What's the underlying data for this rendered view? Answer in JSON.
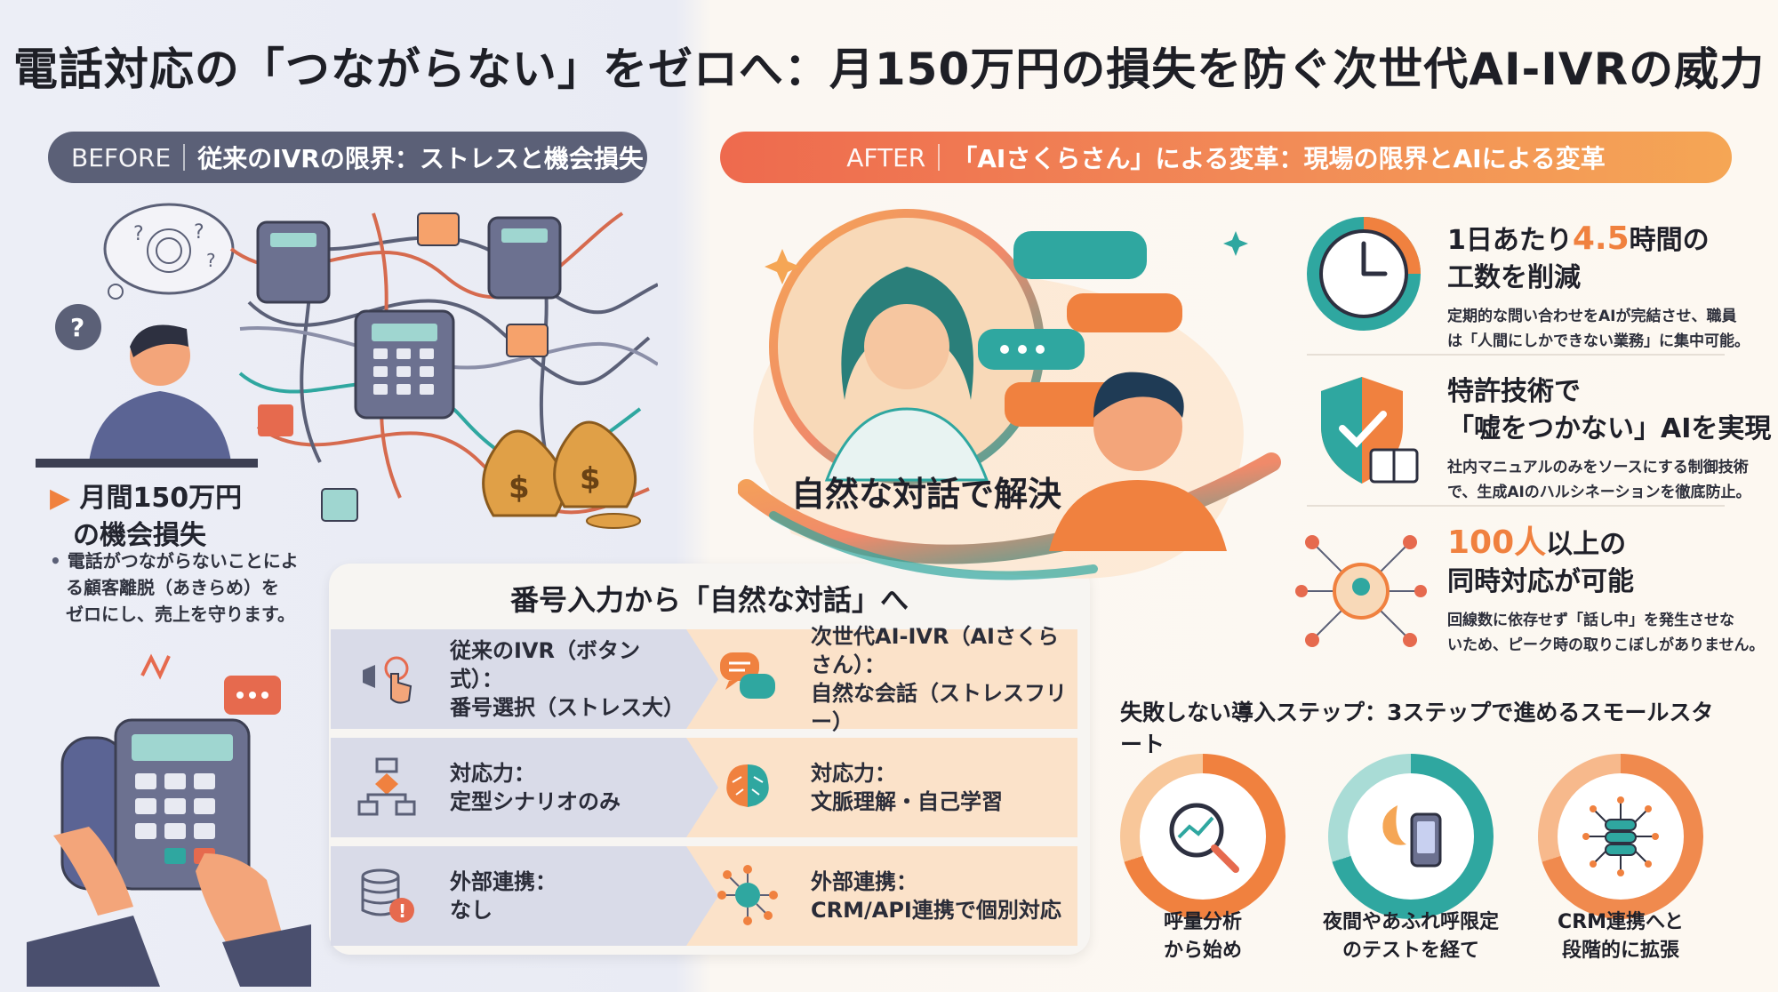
{
  "title": "電話対応の「つながらない」をゼロへ：月150万円の損失を防ぐ次世代AI-IVRの威力",
  "before": {
    "tag": "BEFORE",
    "label": "従来のIVRの限界：ストレスと機会損失",
    "loss_line1": "月間150万円",
    "loss_line2": "の機会損失",
    "desc_line1": "電話がつながらないことによ",
    "desc_line2": "る顧客離脱（あきらめ）を",
    "desc_line3": "ゼロにし、売上を守ります。"
  },
  "after": {
    "tag": "AFTER",
    "label": "「AIさくらさん」による変革：現場の限界とAIによる変革",
    "bubble_label": "自然な対話で解決"
  },
  "compare": {
    "title": "番号入力から「自然な対話」へ",
    "rows": [
      {
        "left1": "従来のIVR（ボタン式）：",
        "left2": "番号選択（ストレス大）",
        "right1": "次世代AI-IVR（AIさくらさん）：",
        "right2": "自然な会話（ストレスフリー）"
      },
      {
        "left1": "対応力：",
        "left2": "定型シナリオのみ",
        "right1": "対応力：",
        "right2": "文脈理解・自己学習"
      },
      {
        "left1": "外部連携：",
        "left2": "なし",
        "right1": "外部連携：",
        "right2": "CRM/API連携で個別対応"
      }
    ]
  },
  "features": [
    {
      "pre": "1日あたり",
      "highlight": "4.5",
      "post": "時間の",
      "line2": "工数を削減",
      "desc1": "定期的な問い合わせをAIが完結させ、職員",
      "desc2": "は「人間にしかできない業務」に集中可能。",
      "icon": "clock-icon"
    },
    {
      "pre": "",
      "highlight": "",
      "post": "特許技術で",
      "line2": "「嘘をつかない」AIを実現",
      "desc1": "社内マニュアルのみをソースにする制御技術",
      "desc2": "で、生成AIのハルシネーションを徹底防止。",
      "icon": "shield-check-icon"
    },
    {
      "pre": "",
      "highlight": "100人",
      "post": "以上の",
      "line2": "同時対応が可能",
      "desc1": "回線数に依存せず「話し中」を発生させな",
      "desc2": "いため、ピーク時の取りこぼしがありません。",
      "icon": "network-phone-icon"
    }
  ],
  "steps": {
    "title": "失敗しない導入ステップ：3ステップで進めるスモールスタート",
    "items": [
      {
        "line1": "呼量分析",
        "line2": "から始め",
        "icon": "magnifier-chart-icon"
      },
      {
        "line1": "夜間やあふれ呼限定",
        "line2": "のテストを経て",
        "icon": "moon-phone-icon"
      },
      {
        "line1": "CRM連携へと",
        "line2": "段階的に拡張",
        "icon": "database-network-icon"
      }
    ]
  },
  "colors": {
    "before_pill": "#5b6077",
    "accent_orange": "#f0813f",
    "teal": "#2fa7a0"
  }
}
